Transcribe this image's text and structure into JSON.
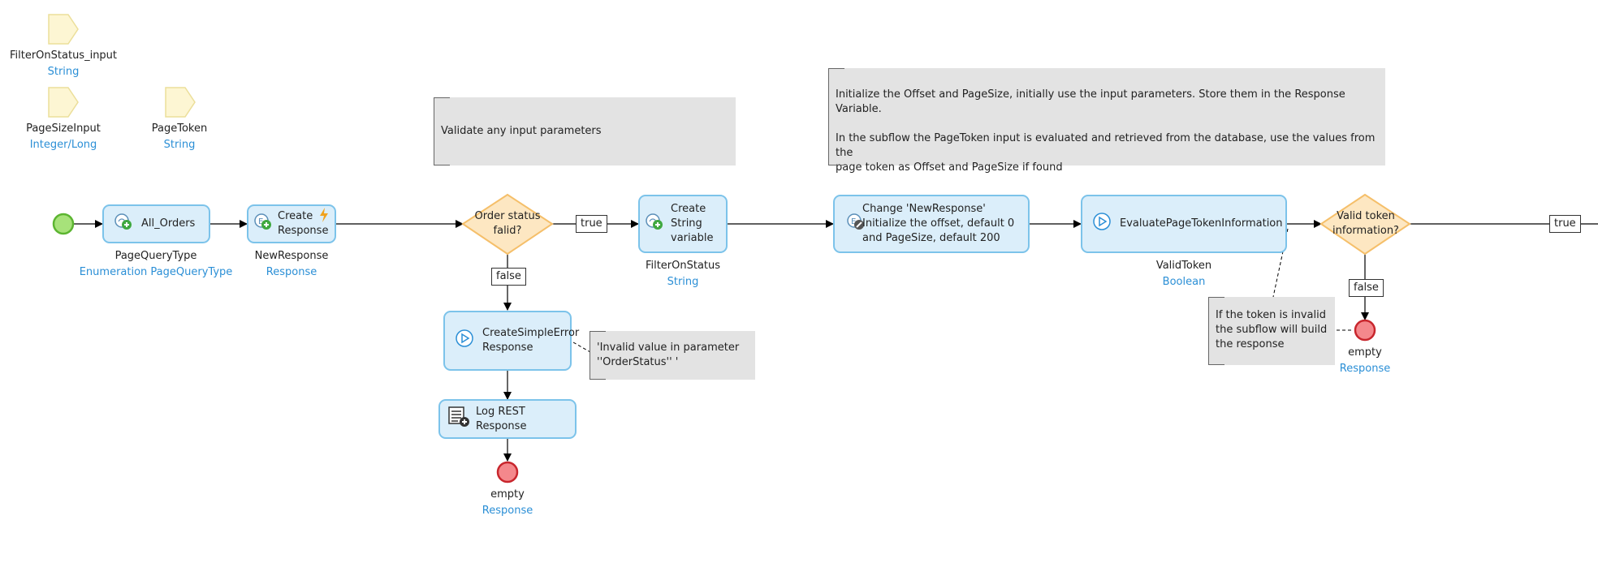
{
  "parameters": [
    {
      "name": "FilterOnStatus_input",
      "type": "String"
    },
    {
      "name": "PageSizeInput",
      "type": "Integer/Long"
    },
    {
      "name": "PageToken",
      "type": "String"
    }
  ],
  "activities": {
    "all_orders": {
      "label": "All_Orders",
      "var": "PageQueryType",
      "type": "Enumeration PageQueryType"
    },
    "create_response": {
      "label": "Create\nResponse",
      "var": "NewResponse",
      "type": "Response"
    },
    "create_string": {
      "label": "Create\nString\nvariable",
      "var": "FilterOnStatus",
      "type": "String"
    },
    "change_response": {
      "label": "Change 'NewResponse'\n Initialize the offset, default 0\nand PageSize, default 200"
    },
    "evaluate_token": {
      "label": "EvaluatePageTokenInformation",
      "var": "ValidToken",
      "type": "Boolean"
    },
    "create_error": {
      "label": "CreateSimpleError\nResponse"
    },
    "log_rest": {
      "label": "Log REST Response"
    }
  },
  "decisions": {
    "order_status": "Order status\nfalid?",
    "valid_token": "Valid token\ninformation?"
  },
  "flow_labels": {
    "true1": "true",
    "false1": "false",
    "false2": "false",
    "true2": "true"
  },
  "annotations": {
    "validate": "Validate any input parameters",
    "initialize": "Initialize the Offset and PageSize, initially use the input parameters. Store them in the Response Variable.\n\nIn the subflow the PageToken input is evaluated and retrieved from the database, use the values from the\npage token as Offset and PageSize if found",
    "invalid_value": "'Invalid value in parameter\n''OrderStatus'' '",
    "token_invalid": "If the token is invalid\nthe subflow will build\nthe response"
  },
  "end_events": [
    {
      "label": "empty",
      "type": "Response"
    },
    {
      "label": "empty",
      "type": "Response"
    }
  ],
  "colors": {
    "activity_fill": "#dbeefa",
    "activity_border": "#7cc3ea",
    "decision_fill": "#fde7c2",
    "decision_border": "#f5bf6a",
    "start_fill": "#a7e27a",
    "start_border": "#5cb531",
    "end_fill": "#f4888c",
    "end_border": "#c8262d",
    "parameter_fill": "#fdf6d3",
    "parameter_border": "#ecdf9a",
    "type_text": "#2b8fd6"
  }
}
